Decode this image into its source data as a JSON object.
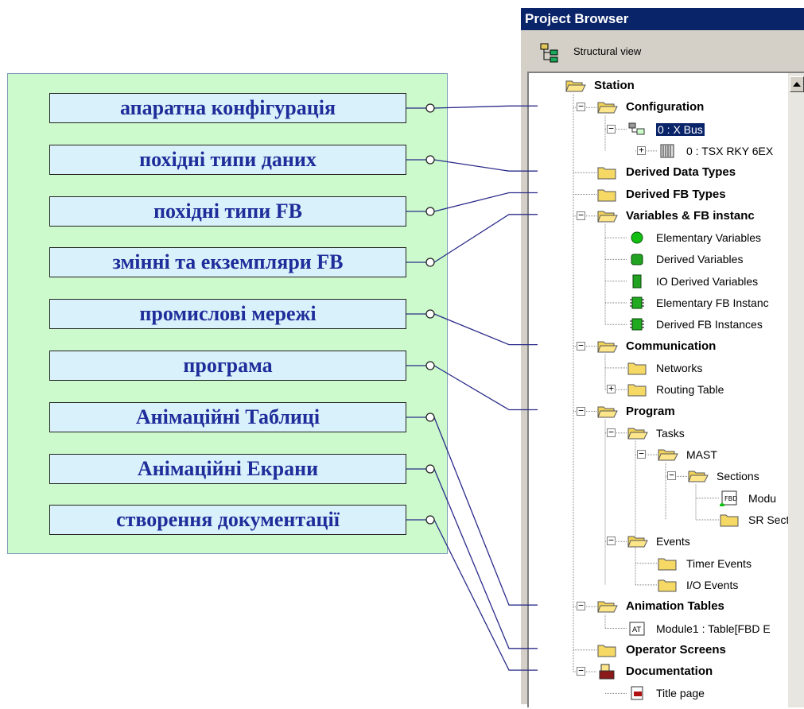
{
  "legend": {
    "items": [
      "апаратна конфігурація",
      "похідні типи даних",
      "похідні типи FB",
      "змінні та екземпляри FB",
      "промислові мережі",
      "програма",
      "Анімаційні Таблиці",
      "Анімаційні Екрани",
      "створення документації"
    ]
  },
  "browser": {
    "title": "Project Browser",
    "view_label": "Structural view",
    "tree": [
      {
        "label": "Station",
        "bold": true,
        "icon": "folder-open-icon",
        "state": ""
      },
      {
        "label": "Configuration",
        "bold": true,
        "icon": "folder-open-icon",
        "state": "-"
      },
      {
        "label": "0 : X Bus",
        "bold": false,
        "icon": "network-bus-icon",
        "state": "-",
        "selected": true
      },
      {
        "label": "0 : TSX RKY 6EX",
        "bold": false,
        "icon": "rack-icon",
        "state": "+"
      },
      {
        "label": "Derived Data Types",
        "bold": true,
        "icon": "folder-icon",
        "state": ""
      },
      {
        "label": "Derived FB Types",
        "bold": true,
        "icon": "folder-icon",
        "state": ""
      },
      {
        "label": "Variables & FB instanc",
        "bold": true,
        "icon": "folder-open-icon",
        "state": "-"
      },
      {
        "label": "Elementary Variables",
        "bold": false,
        "icon": "green-ball-icon",
        "state": ""
      },
      {
        "label": "Derived Variables",
        "bold": false,
        "icon": "green-block-icon",
        "state": ""
      },
      {
        "label": "IO Derived Variables",
        "bold": false,
        "icon": "green-card-icon",
        "state": ""
      },
      {
        "label": "Elementary FB Instanc",
        "bold": false,
        "icon": "green-chip-icon",
        "state": ""
      },
      {
        "label": "Derived FB Instances",
        "bold": false,
        "icon": "green-chip-icon",
        "state": ""
      },
      {
        "label": "Communication",
        "bold": true,
        "icon": "folder-open-icon",
        "state": "-"
      },
      {
        "label": "Networks",
        "bold": false,
        "icon": "folder-icon",
        "state": ""
      },
      {
        "label": "Routing Table",
        "bold": false,
        "icon": "folder-icon",
        "state": "+"
      },
      {
        "label": "Program",
        "bold": true,
        "icon": "folder-open-icon",
        "state": "-"
      },
      {
        "label": "Tasks",
        "bold": false,
        "icon": "folder-open-icon",
        "state": "-"
      },
      {
        "label": "MAST",
        "bold": false,
        "icon": "folder-open-icon",
        "state": "-"
      },
      {
        "label": "Sections",
        "bold": false,
        "icon": "folder-open-icon",
        "state": "-"
      },
      {
        "label": "Modu",
        "bold": false,
        "icon": "fbd-section-icon",
        "state": ""
      },
      {
        "label": "SR Section",
        "bold": false,
        "icon": "folder-icon",
        "state": ""
      },
      {
        "label": "Events",
        "bold": false,
        "icon": "folder-open-icon",
        "state": "-"
      },
      {
        "label": "Timer Events",
        "bold": false,
        "icon": "folder-icon",
        "state": ""
      },
      {
        "label": "I/O Events",
        "bold": false,
        "icon": "folder-icon",
        "state": ""
      },
      {
        "label": "Animation Tables",
        "bold": true,
        "icon": "folder-open-icon",
        "state": "-"
      },
      {
        "label": "Module1 : Table[FBD E",
        "bold": false,
        "icon": "animation-table-icon",
        "state": ""
      },
      {
        "label": "Operator Screens",
        "bold": true,
        "icon": "folder-icon",
        "state": ""
      },
      {
        "label": "Documentation",
        "bold": true,
        "icon": "documentation-icon",
        "state": "-"
      },
      {
        "label": "Title page",
        "bold": false,
        "icon": "title-page-icon",
        "state": ""
      }
    ]
  },
  "colors": {
    "panel_bg": "#ccfacc",
    "box_bg": "#d9f1fb",
    "text_blue": "#1e2d9a",
    "title_bar": "#0a246a",
    "connector": "#2a2a8a"
  }
}
